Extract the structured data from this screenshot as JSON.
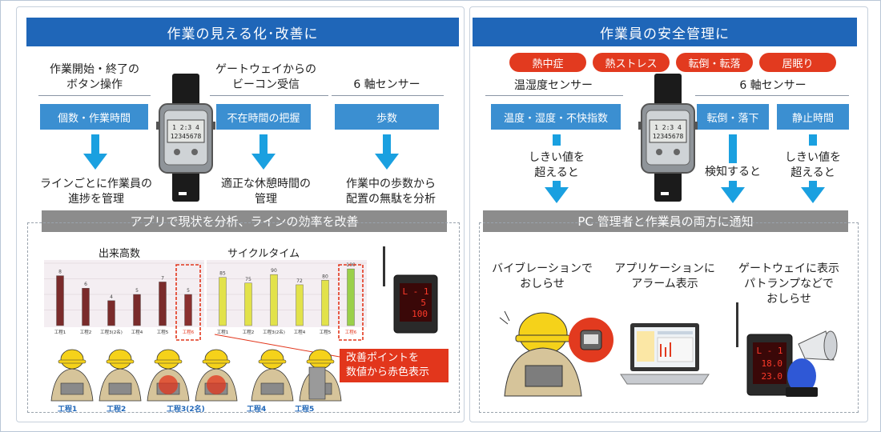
{
  "left": {
    "header": "作業の見える化･改善に",
    "col1": {
      "label_line1": "作業開始・終了の",
      "label_line2": "ボタン操作",
      "box": "個数・作業時間",
      "result_line1": "ラインごとに作業員の",
      "result_line2": "進捗を管理"
    },
    "col2": {
      "label_line1": "ゲートウェイからの",
      "label_line2": "ビーコン受信",
      "box": "不在時間の把握",
      "result_line1": "適正な休憩時間の",
      "result_line2": "管理"
    },
    "col3": {
      "label": "6 軸センサー",
      "box": "歩数",
      "result_line1": "作業中の歩数から",
      "result_line2": "配置の無駄を分析"
    },
    "band": "アプリで現状を分析、ラインの効率を改善",
    "chart1_title": "出来高数",
    "chart2_title": "サイクルタイム",
    "callout_line1": "改善ポイントを",
    "callout_line2": "数値から赤色表示",
    "steps": [
      "工程1",
      "工程2",
      "工程3(2名)",
      "工程4",
      "工程5"
    ]
  },
  "right": {
    "header": "作業員の安全管理に",
    "pills": [
      "熱中症",
      "熱ストレス",
      "転倒・転落",
      "居眠り"
    ],
    "sensor1": "温湿度センサー",
    "sensor2": "6 軸センサー",
    "box1": "温度・湿度・不快指数",
    "box2": "転倒・落下",
    "box3": "静止時間",
    "cond1_line1": "しきい値を",
    "cond1_line2": "超えると",
    "cond2": "検知すると",
    "cond3_line1": "しきい値を",
    "cond3_line2": "超えると",
    "band": "PC 管理者と作業員の両方に通知",
    "notice1_line1": "バイブレーションで",
    "notice1_line2": "おしらせ",
    "notice2_line1": "アプリケーションに",
    "notice2_line2": "アラーム表示",
    "notice3_line1": "ゲートウェイに表示",
    "notice3_line2": "パトランプなどで",
    "notice3_line3": "おしらせ"
  },
  "watch": {
    "display_top": "1 2:3 4",
    "display_bottom": "12345678"
  },
  "gateway_left": {
    "line1": "L - 1",
    "line2": "5",
    "line3": "100"
  },
  "gateway_right": {
    "line1": "L - 1",
    "line2": "18.0",
    "line3": "23.0"
  },
  "colors": {
    "header_blue": "#1f66b8",
    "box_blue": "#3b8fd1",
    "arrow_blue": "#1aa0e0",
    "alert_red": "#e23a1f",
    "band_gray": "#8c8c8c"
  },
  "chart_data": [
    {
      "type": "bar",
      "title": "出来高数",
      "categories": [
        "工程1",
        "工程2",
        "工程3(2名)",
        "工程4",
        "工程5",
        "工程6"
      ],
      "values": [
        8,
        6,
        4,
        5,
        7,
        5
      ],
      "highlight_index": 5,
      "ylim": [
        0,
        10
      ]
    },
    {
      "type": "bar",
      "title": "サイクルタイム",
      "categories": [
        "工程1",
        "工程2",
        "工程3(2名)",
        "工程4",
        "工程5",
        "工程6"
      ],
      "values": [
        85,
        75,
        90,
        72,
        80,
        100
      ],
      "highlight_index": 5,
      "ylim": [
        0,
        110
      ]
    }
  ]
}
